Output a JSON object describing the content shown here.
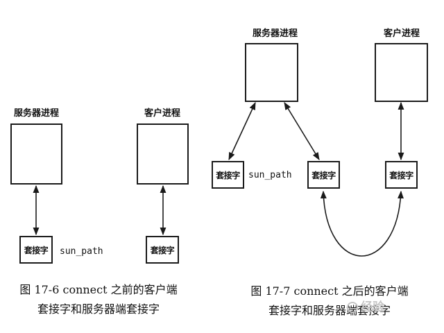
{
  "fig_17_6": {
    "server_label": "服务器进程",
    "client_label": "客户进程",
    "server_socket": "套接字",
    "client_socket": "套接字",
    "sun_path": "sun_path",
    "caption_line1": "图 17-6  connect 之前的客户端",
    "caption_line2": "套接字和服务器端套接字"
  },
  "fig_17_7": {
    "server_label": "服务器进程",
    "client_label": "客户进程",
    "listen_socket": "套接字",
    "server_conn_socket": "套接字",
    "client_socket": "套接字",
    "sun_path": "sun_path",
    "caption_line1": "图 17-7  connect 之后的客户端",
    "caption_line2": "套接字和服务器端套接字"
  },
  "watermark": "经验"
}
